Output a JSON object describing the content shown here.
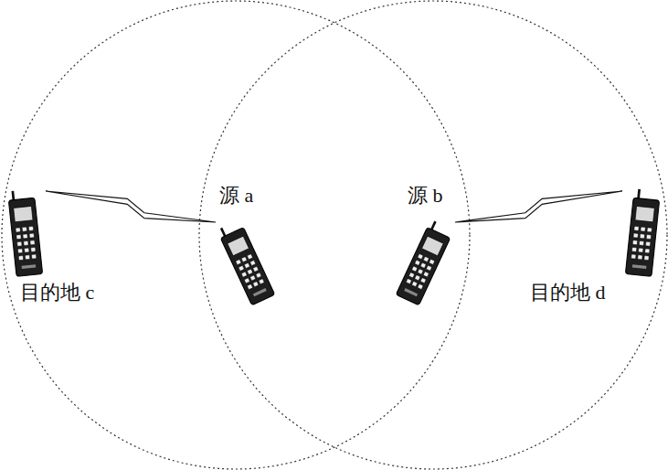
{
  "diagram": {
    "nodes": [
      {
        "text": [
          "源 a"
        ]
      },
      {
        "text": [
          "源 b"
        ]
      },
      {
        "text": [
          "目的地 c"
        ]
      },
      {
        "text": [
          "目的地 d"
        ]
      }
    ],
    "edges": [
      {
        "from": 0,
        "to": 2,
        "arrow": "none"
      },
      {
        "from": 1,
        "to": 3,
        "arrow": "none"
      }
    ]
  }
}
